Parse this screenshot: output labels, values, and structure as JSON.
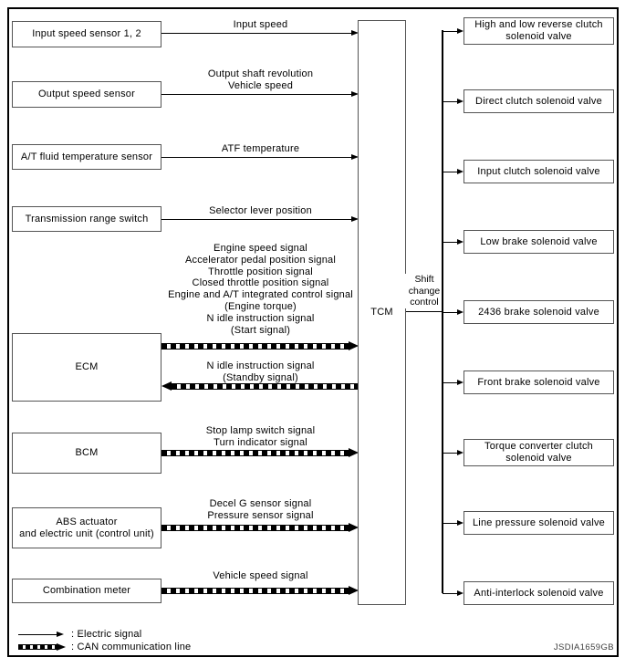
{
  "colors": {
    "ink": "#000000",
    "paper": "#ffffff",
    "box_border": "#545454"
  },
  "tcm_label": "TCM",
  "shift_control_label": "Shift\nchange\ncontrol",
  "diagram_code": "JSDIA1659GB",
  "left_nodes": [
    {
      "label": "Input speed sensor 1, 2"
    },
    {
      "label": "Output speed sensor"
    },
    {
      "label": "A/T fluid temperature sensor"
    },
    {
      "label": "Transmission range switch"
    },
    {
      "label": "ECM"
    },
    {
      "label": "BCM"
    },
    {
      "label": "ABS actuator\nand electric unit (control unit)"
    },
    {
      "label": "Combination meter"
    }
  ],
  "signals": [
    {
      "text": "Input speed",
      "type": "electric",
      "direction": "to-tcm"
    },
    {
      "text": "Output shaft revolution\nVehicle speed",
      "type": "electric",
      "direction": "to-tcm"
    },
    {
      "text": "ATF temperature",
      "type": "electric",
      "direction": "to-tcm"
    },
    {
      "text": "Selector lever position",
      "type": "electric",
      "direction": "to-tcm"
    },
    {
      "text": "Engine speed signal\nAccelerator pedal position signal\nThrottle position signal\nClosed throttle position signal\nEngine and A/T integrated control signal\n(Engine torque)\nN idle instruction signal\n(Start signal)",
      "type": "can",
      "direction": "to-tcm"
    },
    {
      "text": "N idle instruction signal\n(Standby signal)",
      "type": "can",
      "direction": "from-tcm"
    },
    {
      "text": "Stop lamp switch signal\nTurn indicator signal",
      "type": "can",
      "direction": "to-tcm"
    },
    {
      "text": "Decel G sensor signal\nPressure sensor signal",
      "type": "can",
      "direction": "to-tcm"
    },
    {
      "text": "Vehicle speed signal",
      "type": "can",
      "direction": "to-tcm"
    }
  ],
  "right_nodes": [
    {
      "label": "High and low reverse clutch\nsolenoid valve"
    },
    {
      "label": "Direct clutch solenoid valve"
    },
    {
      "label": "Input clutch solenoid valve"
    },
    {
      "label": "Low brake solenoid valve"
    },
    {
      "label": "2436 brake solenoid valve"
    },
    {
      "label": "Front brake solenoid valve"
    },
    {
      "label": "Torque converter clutch\nsolenoid valve"
    },
    {
      "label": "Line pressure solenoid valve"
    },
    {
      "label": "Anti-interlock solenoid valve"
    }
  ],
  "legend": [
    {
      "label": ": Electric signal",
      "type": "electric"
    },
    {
      "label": ": CAN communication line",
      "type": "can"
    }
  ]
}
